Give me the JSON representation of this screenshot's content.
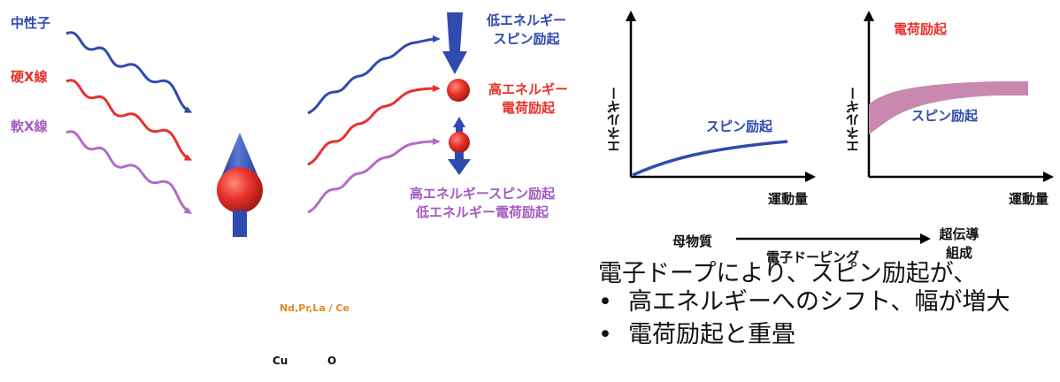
{
  "left_panel": {
    "probes": {
      "neutron": "中性子",
      "hard_xray": "硬X線",
      "soft_xray": "軟X線"
    },
    "scattered_labels": {
      "low_energy_spin": [
        "低エネルギー",
        "スピン励起"
      ],
      "high_energy_charge": [
        "高エネルギー",
        "電荷励起"
      ],
      "high_spin_low_charge": [
        "高エネルギースピン励起",
        "低エネルギー電荷励起"
      ]
    },
    "crystal_labels": {
      "rare_earth": "Nd,Pr,La / Ce",
      "cu": "Cu",
      "o": "O"
    }
  },
  "graphs": {
    "left": {
      "ylabel": "エネルギー",
      "xlabel": "運動量",
      "curve_label": "スピン励起"
    },
    "right": {
      "ylabel": "エネルギー",
      "xlabel": "運動量",
      "top_label": "電荷励起",
      "curve_label": "スピン励起"
    }
  },
  "doping": {
    "start": "母物質",
    "arrow_label": "電子ドーピング",
    "end_line1": "超伝導",
    "end_line2": "組成"
  },
  "summary": {
    "intro": "電子ドープにより、スピン励起が、",
    "bullets": [
      "高エネルギーへのシフト、幅が増大",
      "電荷励起と重畳"
    ]
  },
  "colors": {
    "blue": "#2f4bb0",
    "red": "#e8312a",
    "purple": "#a25ac1",
    "pink": "#c888b0"
  }
}
